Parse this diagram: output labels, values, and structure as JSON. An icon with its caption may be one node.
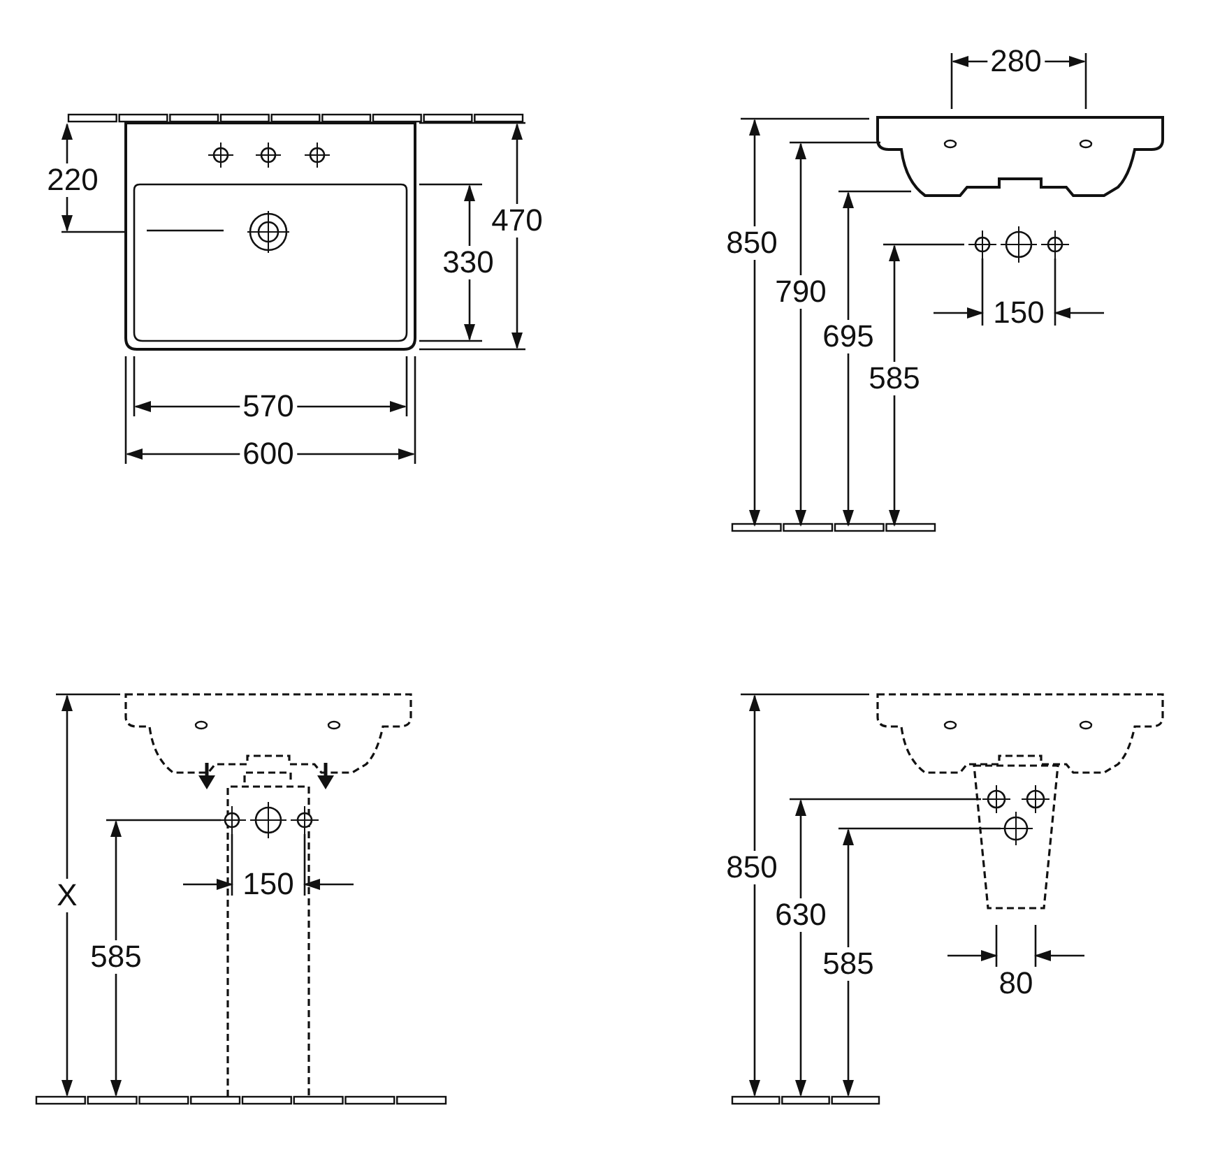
{
  "diagram": {
    "labels": [
      "220",
      "470",
      "330",
      "570",
      "600",
      "280",
      "850",
      "790",
      "695",
      "585",
      "150",
      "X",
      "585",
      "150",
      "850",
      "630",
      "585",
      "80"
    ]
  }
}
